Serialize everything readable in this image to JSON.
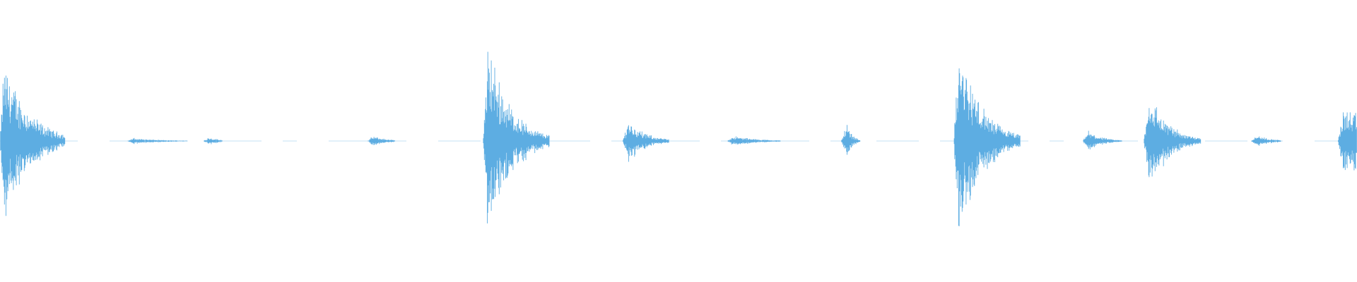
{
  "waveform": {
    "color": "#5dade2",
    "background": "#ffffff",
    "amplitude_scale": [
      -1,
      1
    ],
    "bursts": [
      {
        "name": "burst-01",
        "center": 0.003,
        "width": 0.045,
        "amplitude": 0.82,
        "decay": 0.018
      },
      {
        "name": "burst-02",
        "center": 0.098,
        "width": 0.04,
        "amplitude": 0.03,
        "decay": 0.02
      },
      {
        "name": "burst-03",
        "center": 0.154,
        "width": 0.01,
        "amplitude": 0.04,
        "decay": 0.008
      },
      {
        "name": "burst-04",
        "center": 0.275,
        "width": 0.016,
        "amplitude": 0.05,
        "decay": 0.01
      },
      {
        "name": "burst-05",
        "center": 0.36,
        "width": 0.045,
        "amplitude": 0.99,
        "decay": 0.016
      },
      {
        "name": "burst-06",
        "center": 0.463,
        "width": 0.03,
        "amplitude": 0.22,
        "decay": 0.012
      },
      {
        "name": "burst-07",
        "center": 0.54,
        "width": 0.035,
        "amplitude": 0.05,
        "decay": 0.018
      },
      {
        "name": "burst-08",
        "center": 0.624,
        "width": 0.01,
        "amplitude": 0.18,
        "decay": 0.004
      },
      {
        "name": "burst-09",
        "center": 0.707,
        "width": 0.045,
        "amplitude": 0.99,
        "decay": 0.016
      },
      {
        "name": "burst-10",
        "center": 0.802,
        "width": 0.025,
        "amplitude": 0.1,
        "decay": 0.01
      },
      {
        "name": "burst-11",
        "center": 0.847,
        "width": 0.038,
        "amplitude": 0.5,
        "decay": 0.014
      },
      {
        "name": "burst-12",
        "center": 0.926,
        "width": 0.018,
        "amplitude": 0.06,
        "decay": 0.01
      },
      {
        "name": "burst-13",
        "center": 0.99,
        "width": 0.05,
        "amplitude": 0.32,
        "decay": 0.06
      }
    ]
  }
}
